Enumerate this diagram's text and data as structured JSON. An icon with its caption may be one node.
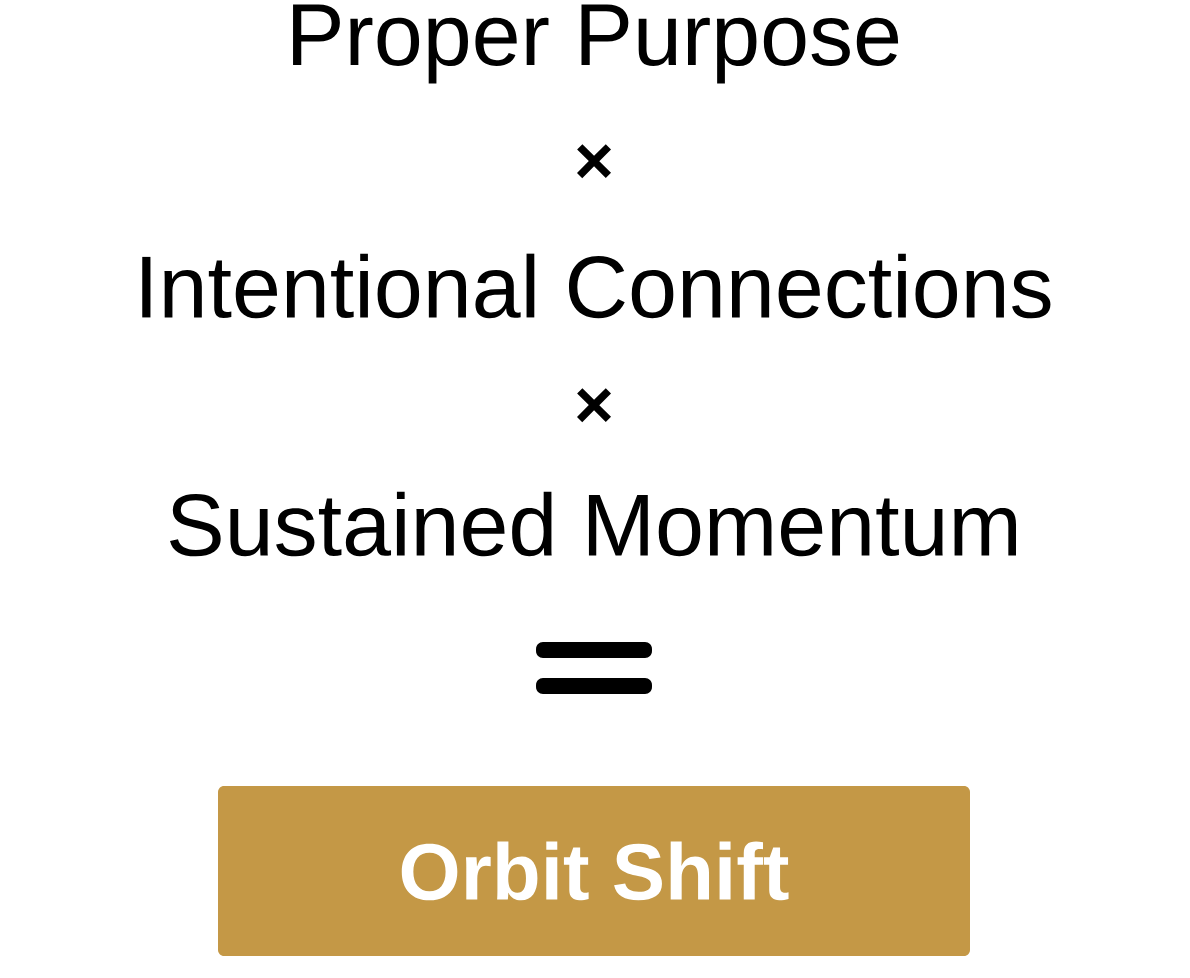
{
  "diagram": {
    "nodes": [
      {
        "text": [
          "Orbit Shift"
        ]
      }
    ],
    "edges": [],
    "labels": [
      "Proper Purpose",
      "×",
      "Intentional Connections",
      "×",
      "Sustained Momentum"
    ]
  }
}
